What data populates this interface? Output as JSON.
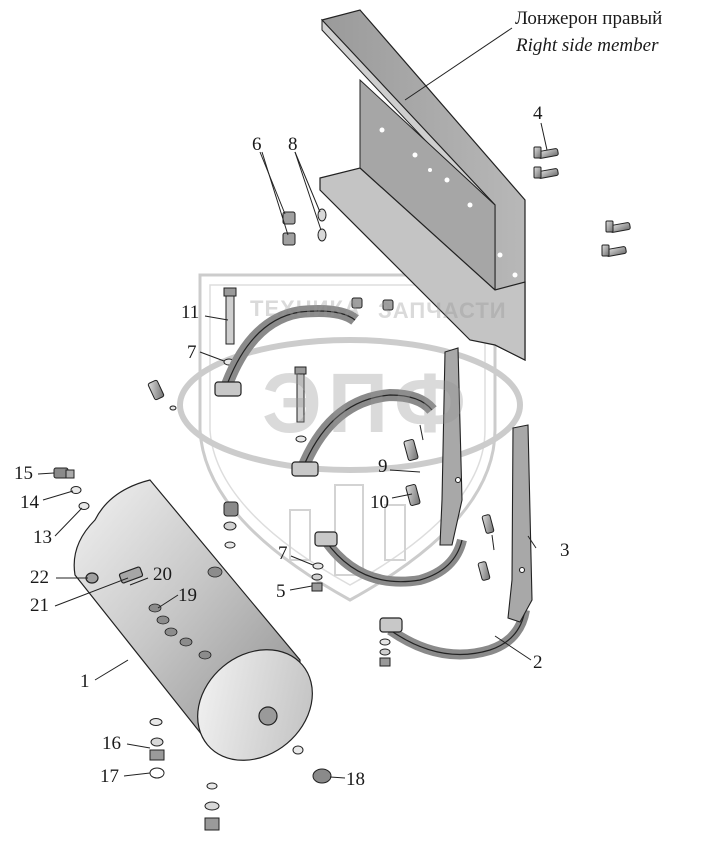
{
  "member_label": {
    "ru": "Лонжерон правый",
    "en": "Right side member"
  },
  "watermark": {
    "left_word": "ТЕХНИКА",
    "right_word": "ЗАПЧАСТИ",
    "logo": "ЭПФ"
  },
  "callouts": {
    "c1": "1",
    "c2": "2",
    "c3": "3",
    "c4": "4",
    "c5": "5",
    "c6": "6",
    "c7a": "7",
    "c7b": "7",
    "c8": "8",
    "c9": "9",
    "c10": "10",
    "c11": "11",
    "c13": "13",
    "c14": "14",
    "c15": "15",
    "c16": "16",
    "c17": "17",
    "c18": "18",
    "c19": "19",
    "c20": "20",
    "c21": "21",
    "c22": "22"
  },
  "colors": {
    "metal_light": "#e6e6e6",
    "metal_mid": "#b4b4b4",
    "metal_dark": "#7a7a7a",
    "line": "#222222",
    "watermark": "#9a9a9a"
  }
}
